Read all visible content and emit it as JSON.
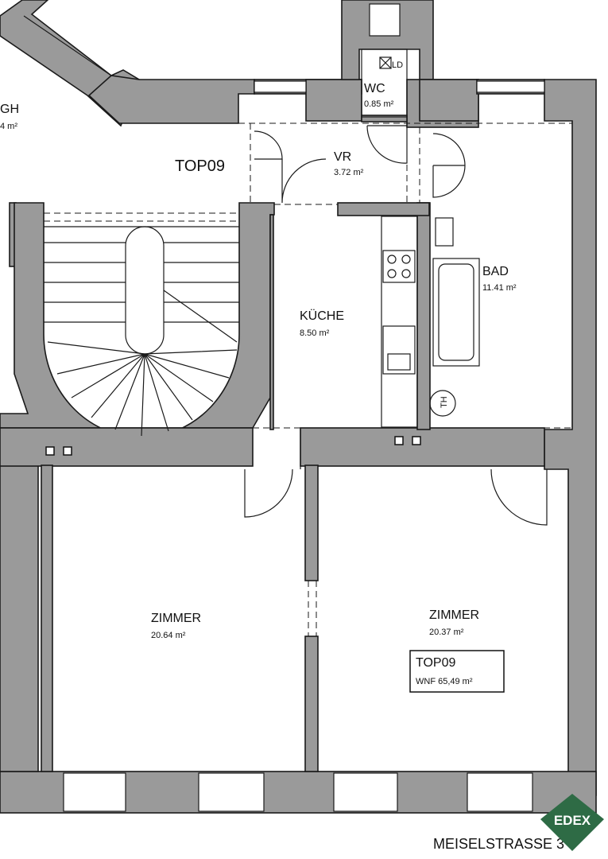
{
  "plan": {
    "unit_label": "TOP09",
    "rooms": {
      "gh": {
        "name": "GH",
        "area": "4 m²"
      },
      "wc": {
        "name": "WC",
        "area": "0.85 m²",
        "fixture": "LD"
      },
      "vr": {
        "name": "VR",
        "area": "3.72 m²"
      },
      "kueche": {
        "name": "KÜCHE",
        "area": "8.50 m²"
      },
      "bad": {
        "name": "BAD",
        "area": "11.41 m²",
        "fixture": "TH"
      },
      "zimmer_left": {
        "name": "ZIMMER",
        "area": "20.64 m²"
      },
      "zimmer_right": {
        "name": "ZIMMER",
        "area": "20.37 m²"
      }
    },
    "info_box": {
      "title": "TOP09",
      "wnf": "WNF  65,49 m²"
    },
    "street": "MEISELSTRASSE 3",
    "logo": "EDEX",
    "colors": {
      "wall": "#9a9a9a",
      "line": "#1a1a1a",
      "logo": "#2e6b45"
    }
  }
}
